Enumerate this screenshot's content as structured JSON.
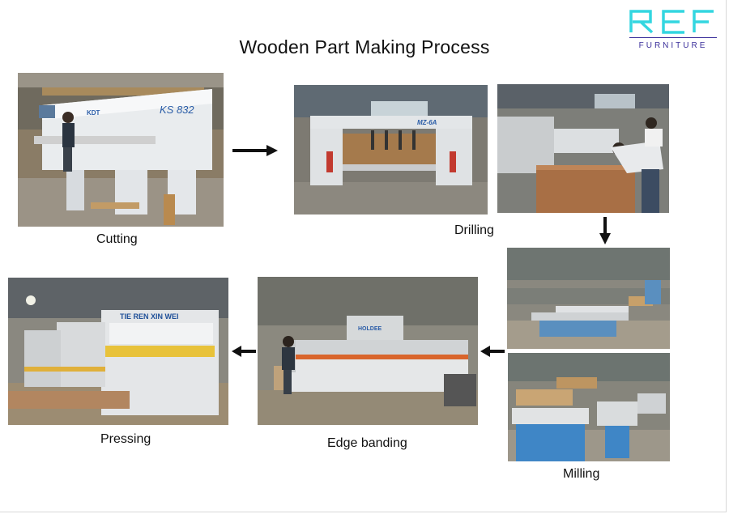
{
  "page": {
    "title": "Wooden Part Making Process"
  },
  "logo": {
    "mark": "REF",
    "subtitle": "FURNITURE",
    "color": "#33d6e0",
    "line_color": "#3a2e9a"
  },
  "steps": {
    "cutting": "Cutting",
    "drilling": "Drilling",
    "milling": "Milling",
    "edge_banding": "Edge banding",
    "pressing": "Pressing"
  },
  "machine_text": {
    "cutting_brand": "KS 832",
    "cutting_maker": "KDT",
    "drilling_model": "MZ-6A",
    "pressing_brand": "TIE REN XIN WEI",
    "edge_brand": "HOLDEE"
  }
}
